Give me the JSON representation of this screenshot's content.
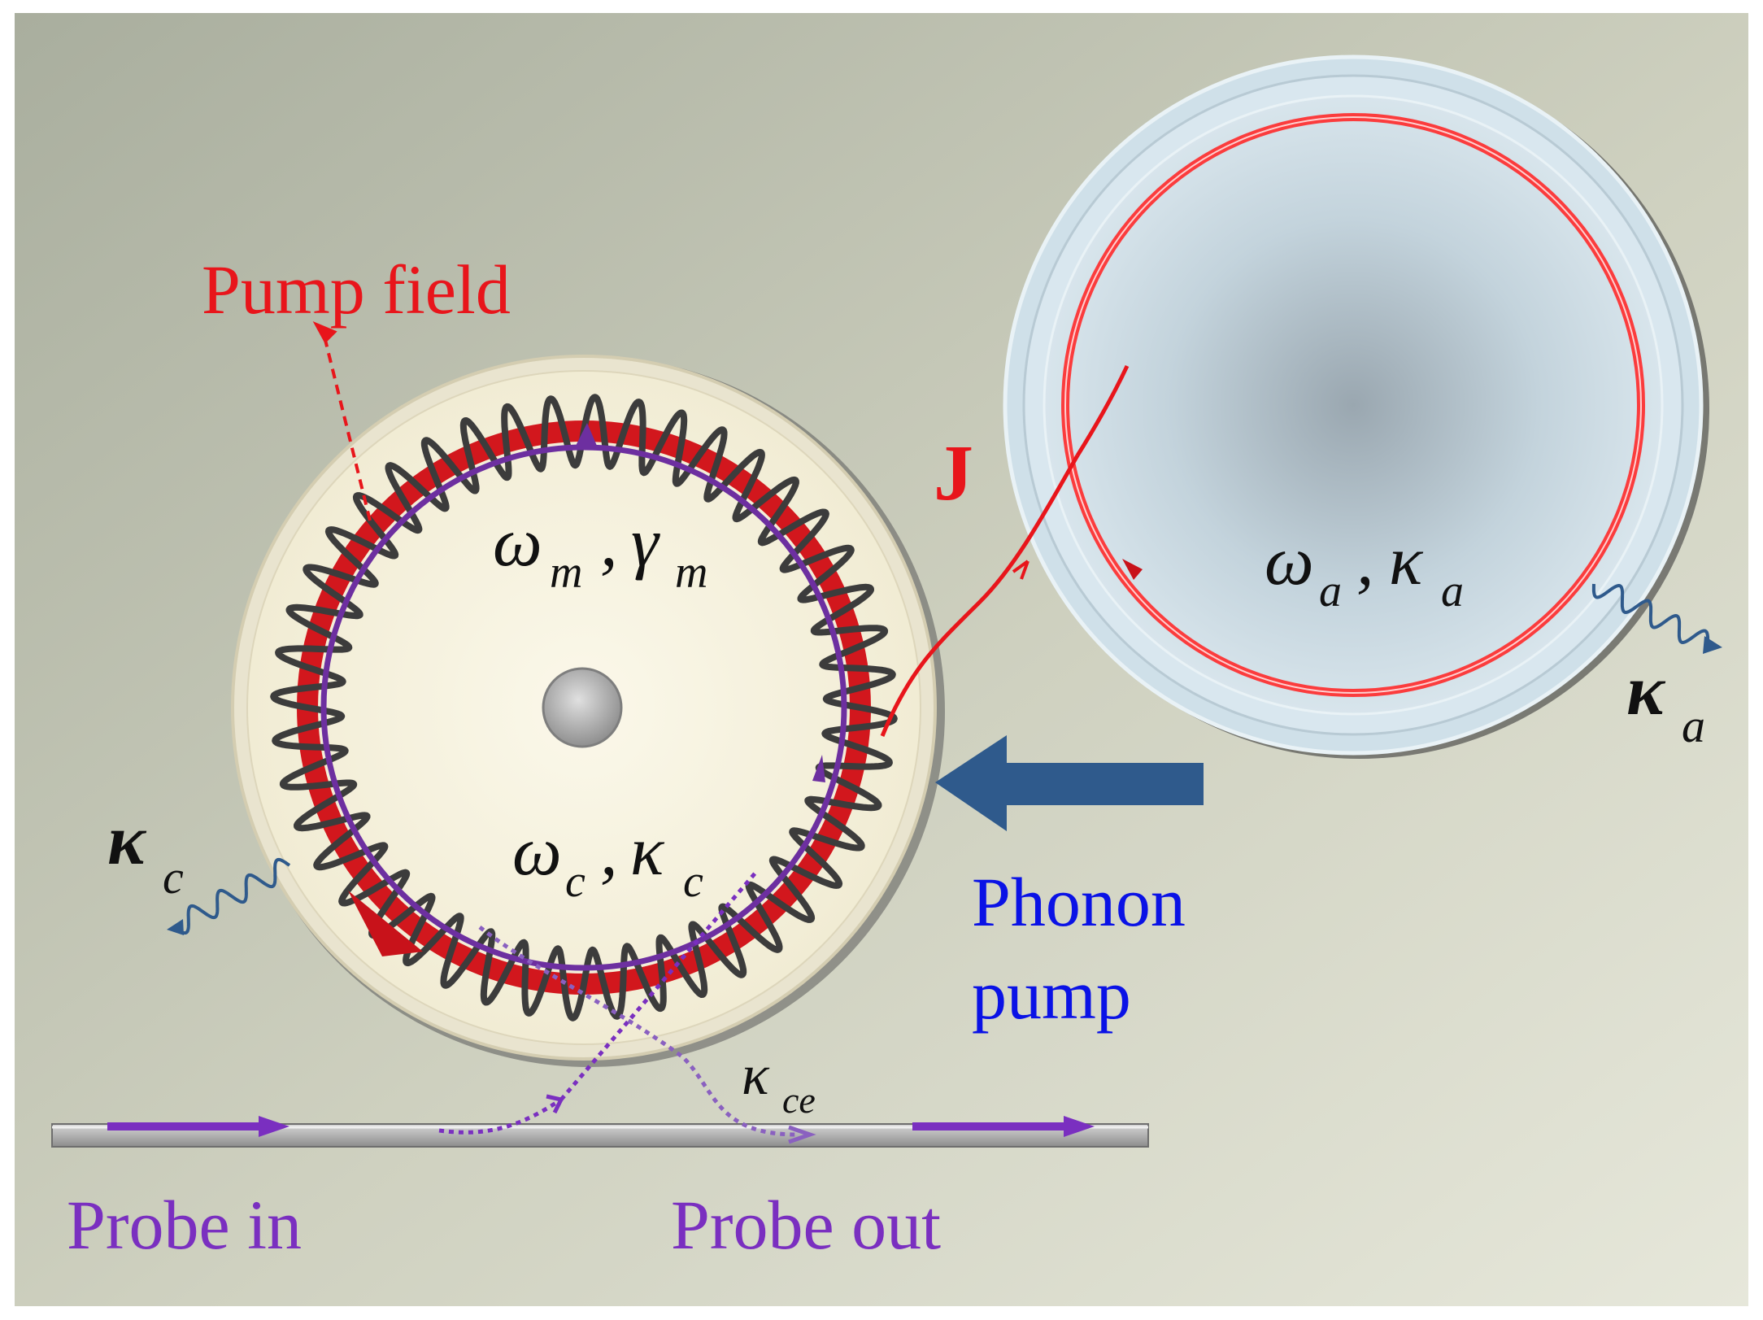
{
  "labels": {
    "pump_field": "Pump field",
    "coupling": "J",
    "phonon_pump_line1": "Phonon",
    "phonon_pump_line2": "pump",
    "probe_in": "Probe in",
    "probe_out": "Probe out"
  },
  "symbols": {
    "mech_freq": "ω",
    "mech_freq_sub": "m",
    "mech_damp": "γ",
    "mech_damp_sub": "m",
    "cavity_freq": "ω",
    "cavity_freq_sub": "c",
    "cavity_decay": "κ",
    "cavity_decay_sub": "c",
    "aux_freq": "ω",
    "aux_freq_sub": "a",
    "aux_decay": "κ",
    "aux_decay_sub": "a",
    "leak_c": "κ",
    "leak_c_sub": "c",
    "leak_a": "κ",
    "leak_a_sub": "a",
    "ext": "κ",
    "ext_sub": "ce",
    "comma": ","
  },
  "colors": {
    "pump_red": "#e8151b",
    "probe_purple": "#7a2fc0",
    "phonon_blue": "#0a12e6",
    "arrow_blue": "#2f5a8c",
    "ring_purple": "#6d2fa0"
  }
}
